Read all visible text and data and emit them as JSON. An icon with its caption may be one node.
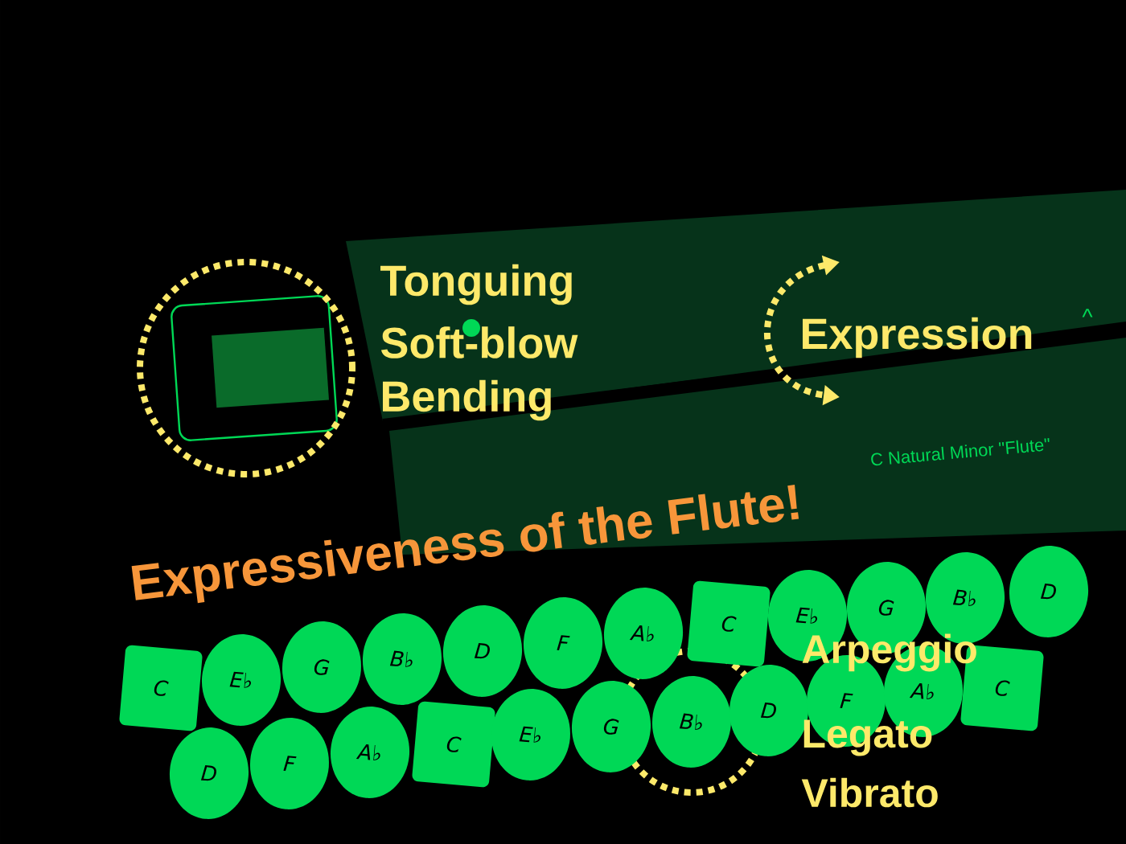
{
  "diagram": {
    "nodes": [
      {
        "text": [
          "C"
        ]
      },
      {
        "text": [
          "E♭"
        ]
      },
      {
        "text": [
          "G"
        ]
      },
      {
        "text": [
          "B♭"
        ]
      },
      {
        "text": [
          "D"
        ]
      },
      {
        "text": [
          "F"
        ]
      },
      {
        "text": [
          "A♭"
        ]
      },
      {
        "text": [
          "C"
        ]
      },
      {
        "text": [
          "E♭"
        ]
      },
      {
        "text": [
          "G"
        ]
      },
      {
        "text": [
          "B♭"
        ]
      },
      {
        "text": [
          "D"
        ]
      },
      {
        "text": [
          "D"
        ]
      },
      {
        "text": [
          "F"
        ]
      },
      {
        "text": [
          "A♭"
        ]
      },
      {
        "text": [
          "C"
        ]
      },
      {
        "text": [
          "E♭"
        ]
      },
      {
        "text": [
          "G"
        ]
      },
      {
        "text": [
          "B♭"
        ]
      },
      {
        "text": [
          "D"
        ]
      },
      {
        "text": [
          "F"
        ]
      },
      {
        "text": [
          "A♭"
        ]
      },
      {
        "text": [
          "C"
        ]
      }
    ],
    "labels": [
      "Tonguing",
      "Soft-blow",
      "Bending",
      "Expression",
      "^",
      "C Natural Minor \"Flute\"",
      "Expressiveness  of the Flute!",
      "Arpeggio",
      "Legato",
      "Vibrato"
    ]
  }
}
